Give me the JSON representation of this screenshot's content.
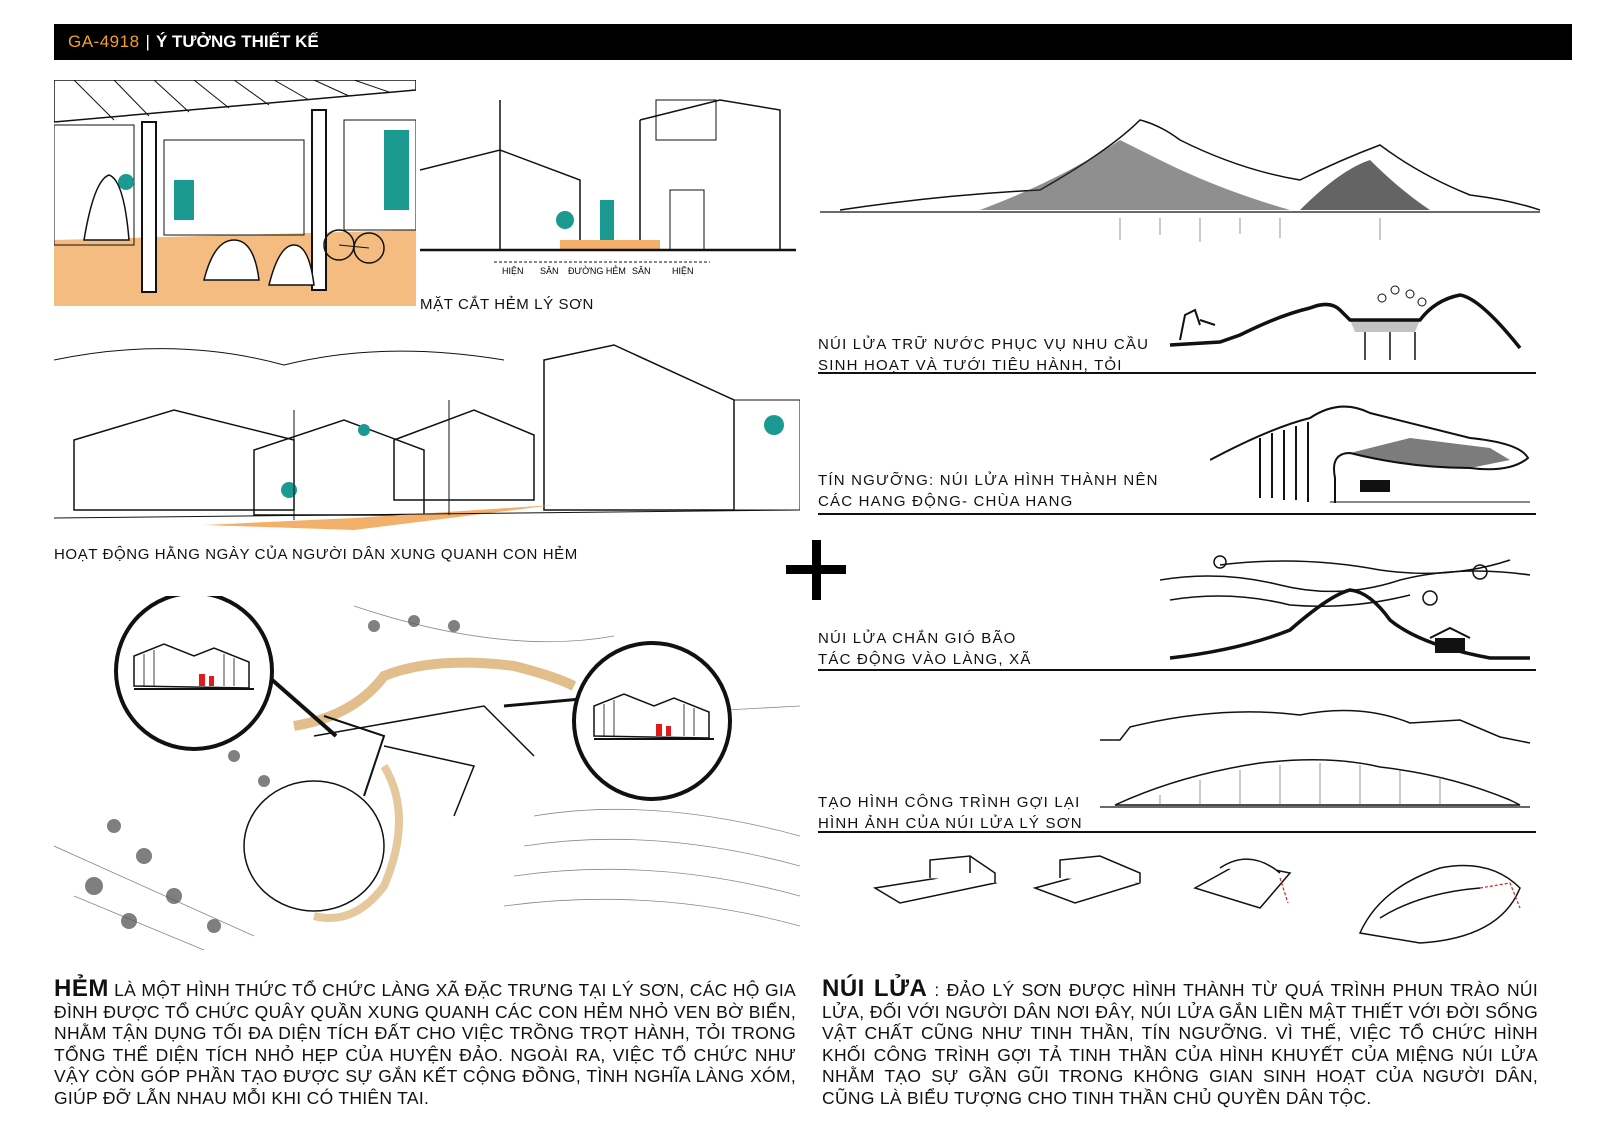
{
  "header": {
    "code": "GA-4918",
    "separator": "|",
    "title": "Ý TƯỞNG THIẾT KẾ"
  },
  "sketches": {
    "section_labels": [
      "HIỆN",
      "SÂN",
      "ĐƯỜNG HẺM",
      "SÂN",
      "HIỆN"
    ]
  },
  "captions": {
    "alley_section": "MẶT CẮT HẺM LÝ SƠN",
    "daily_activity": "HOẠT ĐỘNG HẰNG NGÀY CỦA NGƯỜI DÂN XUNG QUANH CON HẺM"
  },
  "right_captions": {
    "water": [
      "NÚI LỬA TRỮ NƯỚC PHỤC VỤ NHU CẦU",
      "SINH HOẠT VÀ TƯỚI TIÊU HÀNH, TỎI"
    ],
    "belief": [
      "TÍN NGƯỠNG: NÚI LỬA HÌNH THÀNH NÊN",
      "CÁC HANG ĐỘNG- CHÙA HANG"
    ],
    "wind": [
      "NÚI LỬA CHẮN GIÓ BÃO",
      "TÁC ĐỘNG VÀO LÀNG, XÃ"
    ],
    "form": [
      "TẠO HÌNH CÔNG TRÌNH GỢI LẠI",
      "HÌNH ẢNH CỦA NÚI LỬA LÝ SƠN"
    ]
  },
  "paragraphs": {
    "hem_lead": "HẺM",
    "hem_text": " LÀ MỘT HÌNH THỨC TỔ CHỨC LÀNG XÃ ĐẶC TRƯNG TẠI LÝ SƠN, CÁC HỘ GIA ĐÌNH ĐƯỢC TỔ CHỨC QUÂY QUẦN XUNG QUANH CÁC CON HẺM NHỎ VEN BỜ BIỂN, NHẰM TẬN DỤNG TỐI ĐA DIỆN TÍCH ĐẤT CHO VIỆC TRỒNG TRỌT HÀNH, TỎI TRONG TỔNG THỂ DIỆN TÍCH NHỎ HẸP CỦA HUYỆN ĐẢO. NGOÀI RA, VIỆC TỔ CHỨC NHƯ VẬY CÒN GÓP PHẦN TẠO ĐƯỢC SỰ GẮN KẾT CỘNG ĐỒNG, TÌNH NGHĨA LÀNG XÓM, GIÚP ĐỠ LẪN NHAU MỖI KHI CÓ THIÊN TAI.",
    "nui_lead": "NÚI LỬA",
    "nui_text": " : ĐẢO LÝ SƠN ĐƯỢC HÌNH THÀNH TỪ QUÁ TRÌNH PHUN TRÀO NÚI LỬA, ĐỐI VỚI NGƯỜI DÂN NƠI ĐÂY, NÚI LỬA GẮN LIỀN MẬT THIẾT VỚI ĐỜI SỐNG VẬT CHẤT CŨNG NHƯ TINH THẦN, TÍN NGƯỠNG. VÌ THẾ, VIỆC TỔ CHỨC HÌNH KHỐI CÔNG TRÌNH GỢI TẢ TINH THẦN CỦA HÌNH KHUYẾT CỦA MIỆNG NÚI LỬA NHẰM TẠO SỰ GẦN GŨI TRONG KHÔNG GIAN SINH HOẠT CỦA NGƯỜI DÂN, CŨNG LÀ BIỂU TƯỢNG CHO TINH THẦN CHỦ QUYỀN DÂN TỘC."
  },
  "colors": {
    "accent": "#f5a11a",
    "ochre": "#f2b06a",
    "teal": "#1b9a92",
    "red": "#e01b1b"
  }
}
